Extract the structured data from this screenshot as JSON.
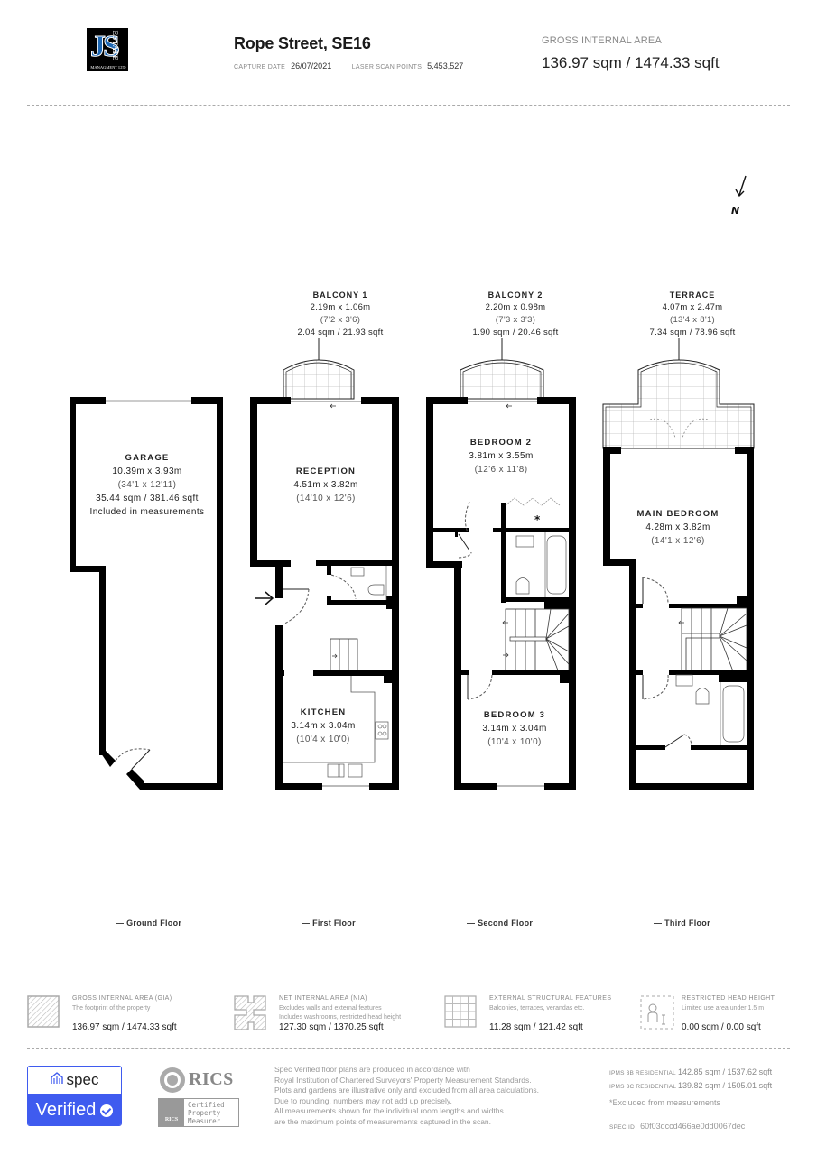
{
  "header": {
    "logo": {
      "initials": "JS",
      "side_text": "ESTATE",
      "bottom_text": "MANAGMENT LTD"
    },
    "title": "Rope Street, SE16",
    "capture_date_label": "CAPTURE DATE",
    "capture_date": "26/07/2021",
    "laser_scan_label": "LASER SCAN POINTS",
    "laser_scan_points": "5,453,527",
    "gross_internal_area_label": "GROSS INTERNAL AREA",
    "gross_internal_area_value": "136.97 sqm / 1474.33 sqft"
  },
  "compass": {
    "label": "N",
    "icon": "north-arrow-icon"
  },
  "outdoor_spaces": [
    {
      "name": "BALCONY 1",
      "dims_m": "2.19m x 1.06m",
      "dims_imp": "(7'2 x 3'6)",
      "area": "2.04 sqm / 21.93 sqft"
    },
    {
      "name": "BALCONY 2",
      "dims_m": "2.20m x 0.98m",
      "dims_imp": "(7'3 x 3'3)",
      "area": "1.90 sqm / 20.46 sqft"
    },
    {
      "name": "TERRACE",
      "dims_m": "4.07m x 2.47m",
      "dims_imp": "(13'4 x 8'1)",
      "area": "7.34 sqm / 78.96 sqft"
    }
  ],
  "rooms": {
    "garage": {
      "name": "GARAGE",
      "dims_m": "10.39m x 3.93m",
      "dims_imp": "(34'1 x 12'11)",
      "area": "35.44 sqm / 381.46 sqft",
      "note": "Included in measurements"
    },
    "reception": {
      "name": "RECEPTION",
      "dims_m": "4.51m x 3.82m",
      "dims_imp": "(14'10 x 12'6)"
    },
    "kitchen": {
      "name": "KITCHEN",
      "dims_m": "3.14m x 3.04m",
      "dims_imp": "(10'4 x 10'0)"
    },
    "bedroom2": {
      "name": "BEDROOM 2",
      "dims_m": "3.81m x 3.55m",
      "dims_imp": "(12'6 x 11'8)"
    },
    "bedroom3": {
      "name": "BEDROOM 3",
      "dims_m": "3.14m x 3.04m",
      "dims_imp": "(10'4 x 10'0)"
    },
    "main_bedroom": {
      "name": "MAIN BEDROOM",
      "dims_m": "4.28m x 3.82m",
      "dims_imp": "(14'1 x 12'6)"
    }
  },
  "excluded_marker": "*",
  "floors": [
    {
      "label": "— Ground Floor"
    },
    {
      "label": "— First Floor"
    },
    {
      "label": "— Second Floor"
    },
    {
      "label": "— Third Floor"
    }
  ],
  "legend": [
    {
      "title": "GROSS INTERNAL AREA (GIA)",
      "desc": [
        "The footprint of the property"
      ],
      "value": "136.97 sqm / 1474.33 sqft",
      "icon": "hatched-square-icon"
    },
    {
      "title": "NET INTERNAL AREA (NIA)",
      "desc": [
        "Excludes walls and external features",
        "Includes washrooms, restricted head height"
      ],
      "value": "127.30 sqm / 1370.25 sqft",
      "icon": "hatched-plan-icon"
    },
    {
      "title": "EXTERNAL STRUCTURAL FEATURES",
      "desc": [
        "Balconies, terraces, verandas etc."
      ],
      "value": "11.28 sqm / 121.42 sqft",
      "icon": "grid-tiles-icon"
    },
    {
      "title": "RESTRICTED HEAD HEIGHT",
      "desc": [
        "Limited use area under 1.5 m"
      ],
      "value": "0.00 sqm / 0.00 sqft",
      "icon": "person-height-icon"
    }
  ],
  "footer": {
    "spec_badge": {
      "brand": "spec",
      "status": "Verified"
    },
    "rics": {
      "word": "RICS",
      "cert_lines": [
        "Certified",
        "Property",
        "Measurer"
      ],
      "small": "RICS"
    },
    "disclaimer": [
      "Spec Verified floor plans are produced in accordance with",
      "Royal Institution of Chartered Surveyors' Property Measurement Standards.",
      "Plots and gardens are illustrative only and excluded from all area calculations.",
      "Due to rounding, numbers may not add up precisely.",
      "All measurements shown for the individual room lengths and widths",
      "are the maximum points of measurements captured in the scan."
    ],
    "ipms": [
      {
        "label": "IPMS 3B RESIDENTIAL",
        "value": "142.85 sqm / 1537.62 sqft"
      },
      {
        "label": "IPMS 3C RESIDENTIAL",
        "value": "139.82 sqm / 1505.01 sqft"
      }
    ],
    "excluded_note": "*Excluded from measurements",
    "spec_id_label": "SPEC ID",
    "spec_id": "60f03dccd466ae0dd0067dec"
  },
  "colors": {
    "spec_blue": "#3f5bef",
    "wall": "#000000",
    "muted_text": "#999999"
  }
}
